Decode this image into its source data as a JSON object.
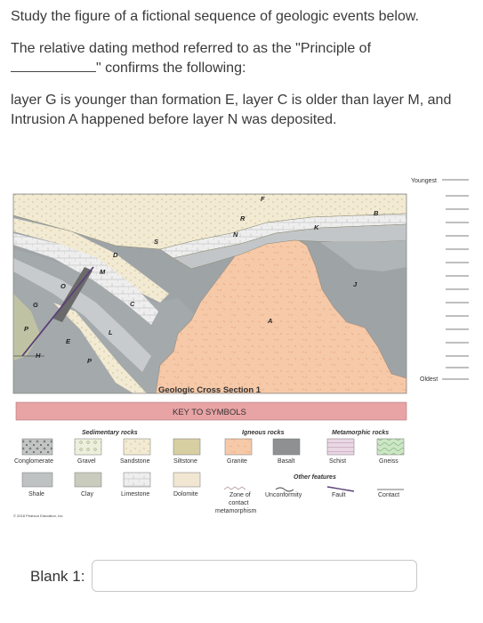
{
  "question": {
    "line1": "Study the figure of a fictional sequence of geologic events below.",
    "line2a": "The relative dating method referred to as the \"Principle of",
    "line2b": "\" confirms the following:",
    "line3": "layer G is younger than formation E, layer C is older than layer M, and Intrusion A happened before layer N was deposited."
  },
  "figure": {
    "caption": "Geologic Cross Section 1",
    "key_title": "KEY TO SYMBOLS",
    "scale_top": "Youngest",
    "scale_bottom": "Oldest",
    "copyright": "© 2018 Pearson Education, Inc.",
    "layer_labels": [
      "G",
      "O",
      "M",
      "D",
      "S",
      "R",
      "N",
      "F",
      "K",
      "B",
      "J",
      "A",
      "C",
      "L",
      "E",
      "P",
      "H",
      "P"
    ],
    "groups": {
      "sedimentary": "Sedimentary rocks",
      "igneous": "Igneous rocks",
      "metamorphic": "Metamorphic rocks",
      "other": "Other features"
    },
    "symbols": {
      "conglomerate": "Conglomerate",
      "gravel": "Gravel",
      "sandstone": "Sandstone",
      "siltstone": "Siltstone",
      "granite": "Granite",
      "basalt": "Basalt",
      "schist": "Schist",
      "gneiss": "Gneiss",
      "shale": "Shale",
      "clay": "Clay",
      "limestone": "Limestone",
      "dolomite": "Dolomite",
      "zone1": "Zone of",
      "zone2": "contact",
      "zone3": "metamorphism",
      "unconformity": "Unconformity",
      "fault": "Fault",
      "contact": "Contact"
    },
    "colors": {
      "granite": "#f6c9a8",
      "shale_gray": "#9ea3a6",
      "sandstone": "#f2ead2",
      "key_band": "#e8a3a5"
    }
  },
  "answer": {
    "label": "Blank 1:",
    "value": ""
  }
}
